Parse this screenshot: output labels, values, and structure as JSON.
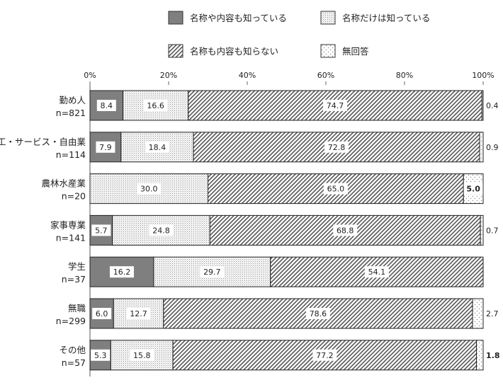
{
  "chart_data": {
    "type": "bar",
    "orientation": "horizontal",
    "stacked": true,
    "percent": true,
    "x_ticks": [
      "0%",
      "20%",
      "40%",
      "60%",
      "80%",
      "100%"
    ],
    "xlim": [
      0,
      100
    ],
    "legend_placement": "top",
    "categories": [
      {
        "name": "勤め人",
        "n": "n=821"
      },
      {
        "name": "商工・サービス・自由業",
        "n": "n=114"
      },
      {
        "name": "農林水産業",
        "n": "n=20"
      },
      {
        "name": "家事専業",
        "n": "n=141"
      },
      {
        "name": "学生",
        "n": "n=37"
      },
      {
        "name": "無職",
        "n": "n=299"
      },
      {
        "name": "その他",
        "n": "n=57"
      }
    ],
    "series": [
      {
        "name": "名称や内容も知っている",
        "color": "#7f7f7f",
        "pattern": "solid",
        "values": [
          8.4,
          7.9,
          0,
          5.7,
          16.2,
          6.0,
          5.3
        ],
        "labels": [
          "8.4",
          "7.9",
          null,
          "5.7",
          "16.2",
          "6.0",
          "5.3"
        ]
      },
      {
        "name": "名称だけは知っている",
        "color": "#f0f0f0",
        "pattern": "fine-hatch",
        "values": [
          16.6,
          18.4,
          30.0,
          24.8,
          29.7,
          12.7,
          15.8
        ],
        "labels": [
          "16.6",
          "18.4",
          "30.0",
          "24.8",
          "29.7",
          "12.7",
          "15.8"
        ]
      },
      {
        "name": "名称も内容も知らない",
        "color": "#d8d8d8",
        "pattern": "diagonal-hatch",
        "values": [
          74.7,
          72.8,
          65.0,
          68.8,
          54.1,
          78.6,
          77.2
        ],
        "labels": [
          "74.7",
          "72.8",
          "65.0",
          "68.8",
          "54.1",
          "78.6",
          "77.2"
        ]
      },
      {
        "name": "無回答",
        "color": "#ffffff",
        "pattern": "dots",
        "values": [
          0.4,
          0.9,
          5.0,
          0.7,
          0,
          2.7,
          1.8
        ],
        "labels": [
          "0.4",
          "0.9",
          "5.0",
          "0.7",
          null,
          "2.7",
          "1.8"
        ],
        "label_bold": [
          false,
          false,
          true,
          false,
          false,
          false,
          true
        ]
      }
    ]
  }
}
